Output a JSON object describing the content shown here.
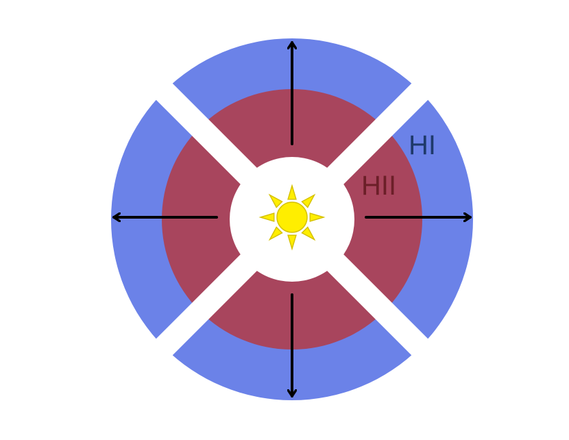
{
  "diagram": {
    "labels": {
      "outer_region": "HI",
      "inner_region": "HII"
    },
    "colors": {
      "outer_region": "#6b82e8",
      "inner_region": "#a8455d",
      "center": "#ffffff",
      "sun_fill": "#ffee00",
      "sun_outline": "#d6c200",
      "arrows": "#000000",
      "label_outer": "#1f3a6b",
      "label_inner": "#6b1f28"
    },
    "arrows": [
      "up",
      "down",
      "left",
      "right"
    ],
    "center_icon": "sun-icon"
  }
}
